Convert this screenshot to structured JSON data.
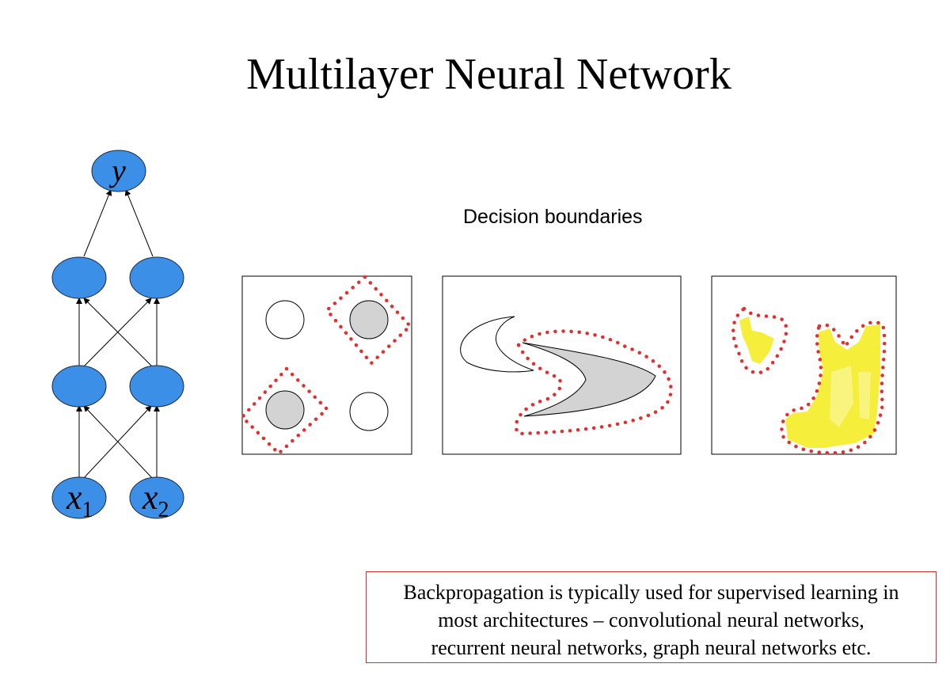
{
  "slide": {
    "title": "Multilayer Neural Network",
    "subtitle": "Decision boundaries",
    "note_lines": [
      "Backpropagation is typically used for supervised learning in",
      "most architectures – convolutional neural networks,",
      "recurrent neural networks, graph neural networks etc."
    ]
  },
  "network": {
    "output_label": "y",
    "input_labels": [
      {
        "var": "x",
        "sub": "1"
      },
      {
        "var": "x",
        "sub": "2"
      }
    ]
  },
  "colors": {
    "node_fill": "#3c8fe6",
    "boundary_dots": "#e03030",
    "highlight": "#f5ee3a",
    "shaded_region": "#d3d3d3",
    "note_border": "#d03030"
  }
}
